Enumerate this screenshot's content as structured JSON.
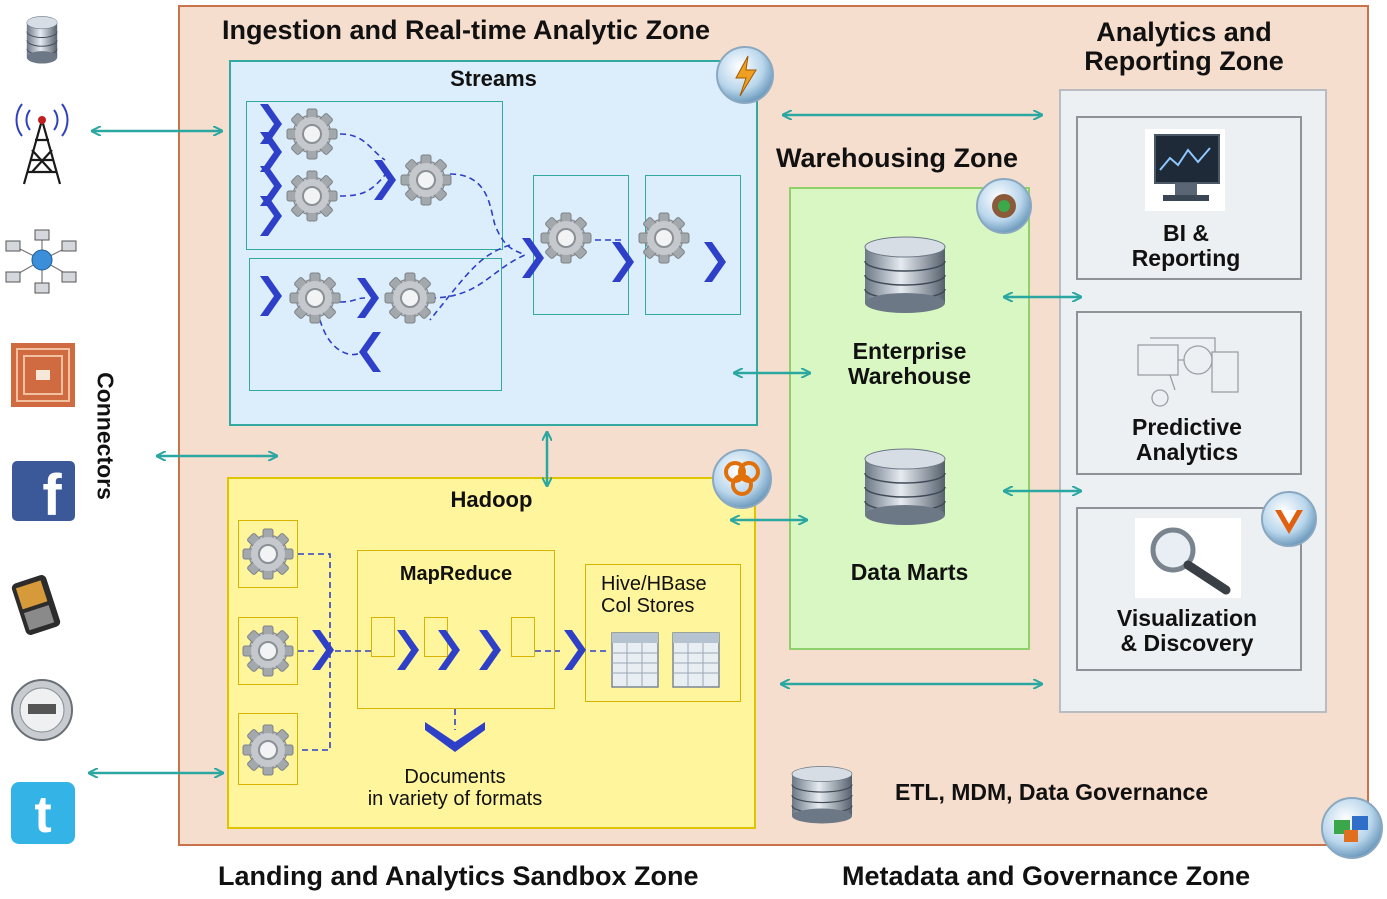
{
  "titles": {
    "ingestion": "Ingestion and Real-time Analytic Zone",
    "analytics_zone": "Analytics and\nReporting Zone",
    "warehousing_zone": "Warehousing Zone",
    "landing_zone": "Landing and Analytics Sandbox Zone",
    "metadata_zone": "Metadata and Governance  Zone",
    "connectors": "Connectors"
  },
  "streams": {
    "title": "Streams"
  },
  "hadoop": {
    "title": "Hadoop",
    "mapreduce": "MapReduce",
    "hive": "Hive/HBase\nCol Stores",
    "documents": "Documents\nin variety of formats"
  },
  "warehouse": {
    "enterprise": "Enterprise\nWarehouse",
    "datamarts": "Data Marts"
  },
  "analytics": {
    "bi": "BI &\nReporting",
    "predictive": "Predictive\nAnalytics",
    "visualization": "Visualization\n& Discovery"
  },
  "governance": {
    "etl": "ETL, MDM, Data Governance"
  },
  "connector_icons": [
    "database-icon",
    "antenna-tower-icon",
    "network-icon",
    "rfid-tag-icon",
    "facebook-icon",
    "mobile-phone-icon",
    "utility-meter-icon",
    "twitter-icon"
  ],
  "colors": {
    "arrow": "#2aa7a0",
    "chevron": "#2e40c8",
    "dashed": "#2e40c8"
  }
}
